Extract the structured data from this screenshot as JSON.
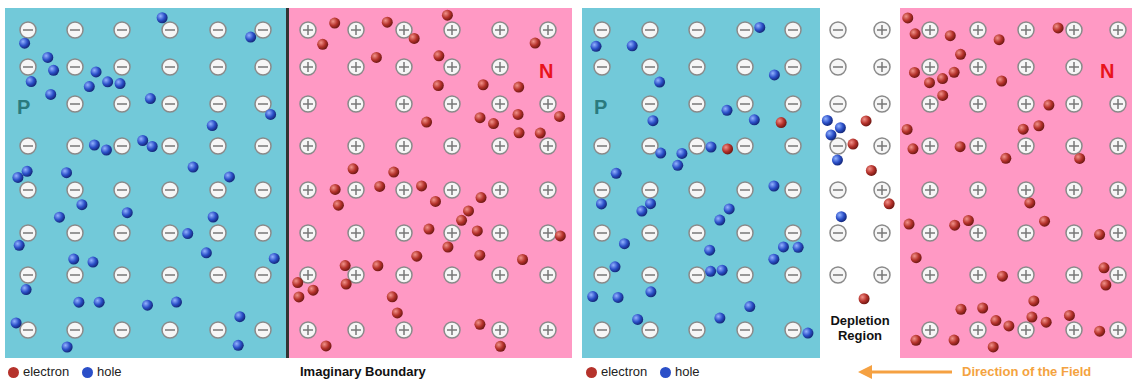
{
  "diagram": {
    "nodes": [
      {
        "text": [
          "P"
        ]
      },
      {
        "text": [
          "N"
        ]
      },
      {
        "text": [
          "P"
        ]
      },
      {
        "text": [
          "Depletion Region"
        ]
      },
      {
        "text": [
          "N"
        ]
      }
    ],
    "labels": [
      "Imaginary Boundary",
      "Direction of the Field"
    ],
    "legend": [
      {
        "text": "electron",
        "color": "#b5322b"
      },
      {
        "text": "hole",
        "color": "#2b4fc8"
      },
      {
        "text": "electron",
        "color": "#b5322b"
      },
      {
        "text": "hole",
        "color": "#2b4fc8"
      }
    ]
  }
}
